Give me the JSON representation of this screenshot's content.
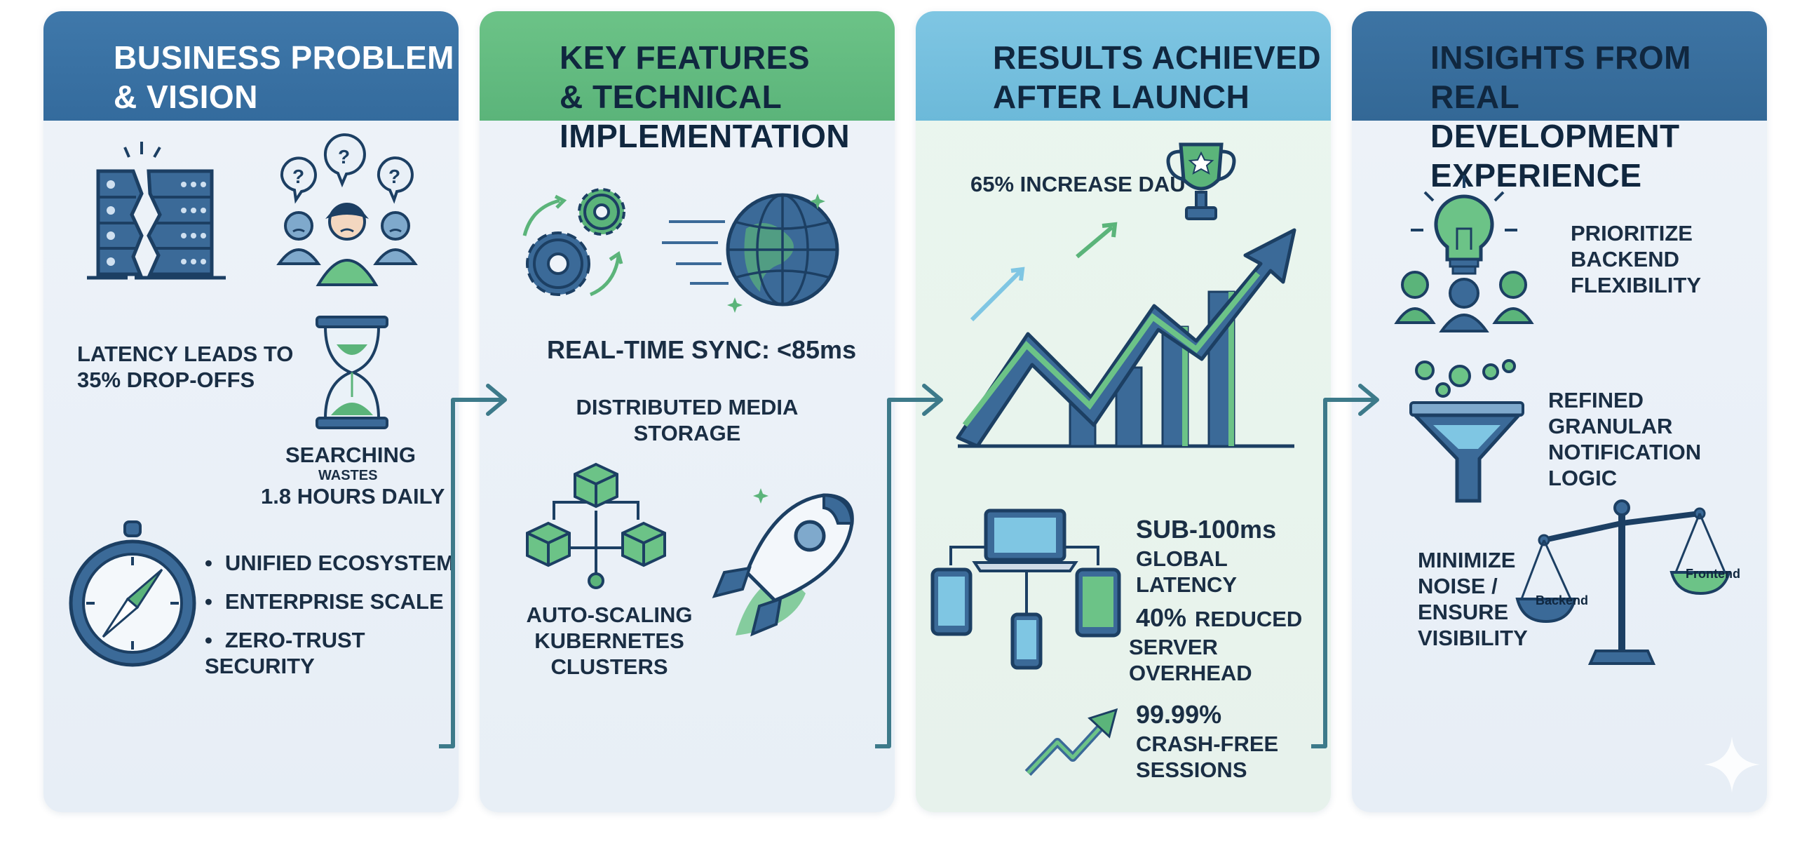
{
  "panels": [
    {
      "title": "BUSINESS PROBLEM\n& VISION",
      "latency": "LATENCY LEADS TO\n35% DROP-OFFS",
      "searching": "SEARCHING",
      "wastes": "WASTES",
      "hours": "1.8 HOURS DAILY",
      "bullets": [
        "UNIFIED ECOSYSTEM",
        "ENTERPRISE SCALE",
        "ZERO-TRUST SECURITY"
      ]
    },
    {
      "title": "KEY FEATURES\n& TECHNICAL\nIMPLEMENTATION",
      "sync": "REAL-TIME SYNC: <85ms",
      "storage": "DISTRIBUTED MEDIA\nSTORAGE",
      "autoscaling": "AUTO-SCALING\nKUBERNETES\nCLUSTERS"
    },
    {
      "title": "RESULTS ACHIEVED\nAFTER LAUNCH",
      "dau": "65% INCREASE DAU",
      "sub_big": "SUB-100ms",
      "sub_small": "GLOBAL LATENCY",
      "reduced_big": "40%",
      "reduced_small": "REDUCED",
      "reduced_line2": "SERVER OVERHEAD",
      "crash_big": "99.99%",
      "crash_small": "CRASH-FREE\nSESSIONS"
    },
    {
      "title": "INSIGHTS FROM\nREAL DEVELOPMENT\nEXPERIENCE",
      "prioritize": "PRIORITIZE\nBACKEND\nFLEXIBILITY",
      "refined": "REFINED GRANULAR\nNOTIFICATION\nLOGIC",
      "minimize": "MINIMIZE\nNOISE /\nENSURE\nVISIBILITY",
      "scale_left": "Backend",
      "scale_right": "Frontend"
    }
  ],
  "colors": {
    "navy": "#1f4e79",
    "green": "#5bb47a",
    "teal": "#3d7a8a",
    "light_blue": "#7fc6e3"
  },
  "icons": [
    "broken-server-icon",
    "confused-users-icon",
    "hourglass-icon",
    "compass-icon",
    "gears-icon",
    "globe-icon",
    "cubes-network-icon",
    "rocket-icon",
    "trophy-icon",
    "growth-chart-icon",
    "devices-network-icon",
    "trend-arrow-icon",
    "lightbulb-team-icon",
    "funnel-icon",
    "balance-scale-icon",
    "flow-arrow-icon"
  ]
}
